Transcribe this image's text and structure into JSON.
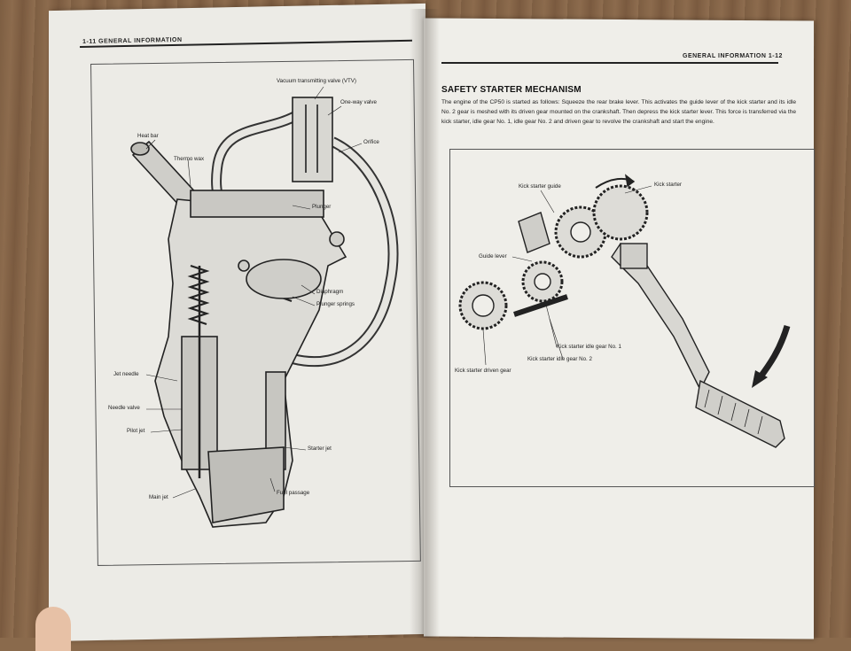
{
  "left_page": {
    "header": "1-11 GENERAL INFORMATION",
    "labels": {
      "vtv": "Vacuum transmitting valve  (VTV)",
      "one_way_valve": "One-way valve",
      "orifice": "Orifice",
      "heat_bar": "Heat bar",
      "thermo_wax": "Thermo wax",
      "plunger": "Plunger",
      "diaphragm": "Diaphragm",
      "plunger_springs": "Plunger springs",
      "jet_needle": "Jet needle",
      "needle_valve": "Needle valve",
      "pilot_jet": "Pilot jet",
      "starter_jet": "Starter jet",
      "main_jet": "Main jet",
      "fuel_passage": "Fuel passage"
    }
  },
  "right_page": {
    "header": "GENERAL INFORMATION 1-12",
    "title": "SAFETY STARTER MECHANISM",
    "body": "The engine of the CP50 is started as follows: Squeeze the rear brake lever. This activates the guide lever of the kick starter and its idle No. 2 gear is meshed with its driven gear mounted on the crankshaft. Then depress the kick starter lever. This force is transferred via the kick starter, idle gear No. 1, idle gear No. 2 and driven gear to revolve the crankshaft and start the engine.",
    "labels": {
      "kick_starter_guide": "Kick starter guide",
      "kick_starter": "Kick starter",
      "guide_lever": "Guide lever",
      "idle_gear_1": "Kick starter idle gear No. 1",
      "idle_gear_2": "Kick starter idle gear No. 2",
      "driven_gear": "Kick starter driven gear"
    }
  },
  "colors": {
    "paper": "#ecebe6",
    "ink": "#222222",
    "wood": "#8a6a4c"
  }
}
